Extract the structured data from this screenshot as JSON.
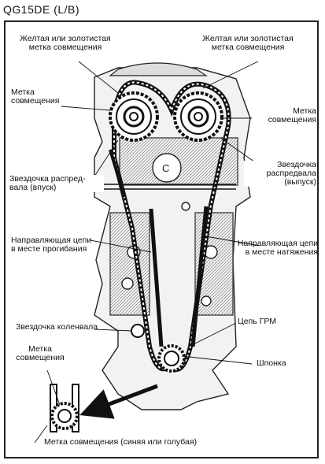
{
  "header": {
    "model": "QG15DE (L/B)"
  },
  "labels": {
    "top_left_mark": "Желтая или золотистая\nметка совмещения",
    "top_right_mark": "Желтая или золотистая\nметка совмещения",
    "left_mark": "Метка\nсовмещения",
    "right_mark": "Метка\nсовмещения",
    "intake_sprocket": "Звездочка распред-\nвала (впуск)",
    "exhaust_sprocket": "Звездочка\nраспредвала\n(выпуск)",
    "slack_guide": "Направляющая цепи\nв месте прогибания",
    "tension_guide": "Направляющая цепи\nв месте натяжения",
    "crank_sprocket": "Звездочка коленвала",
    "timing_chain": "Цепь ГРМ",
    "key": "Шпонка",
    "bottom_mark": "Метка\nсовмещения",
    "bottom_caption": "Метка совмещения (синяя или голубая)"
  },
  "colors": {
    "ink": "#111111",
    "engine_fill": "#e8e8e8",
    "background": "#ffffff"
  }
}
